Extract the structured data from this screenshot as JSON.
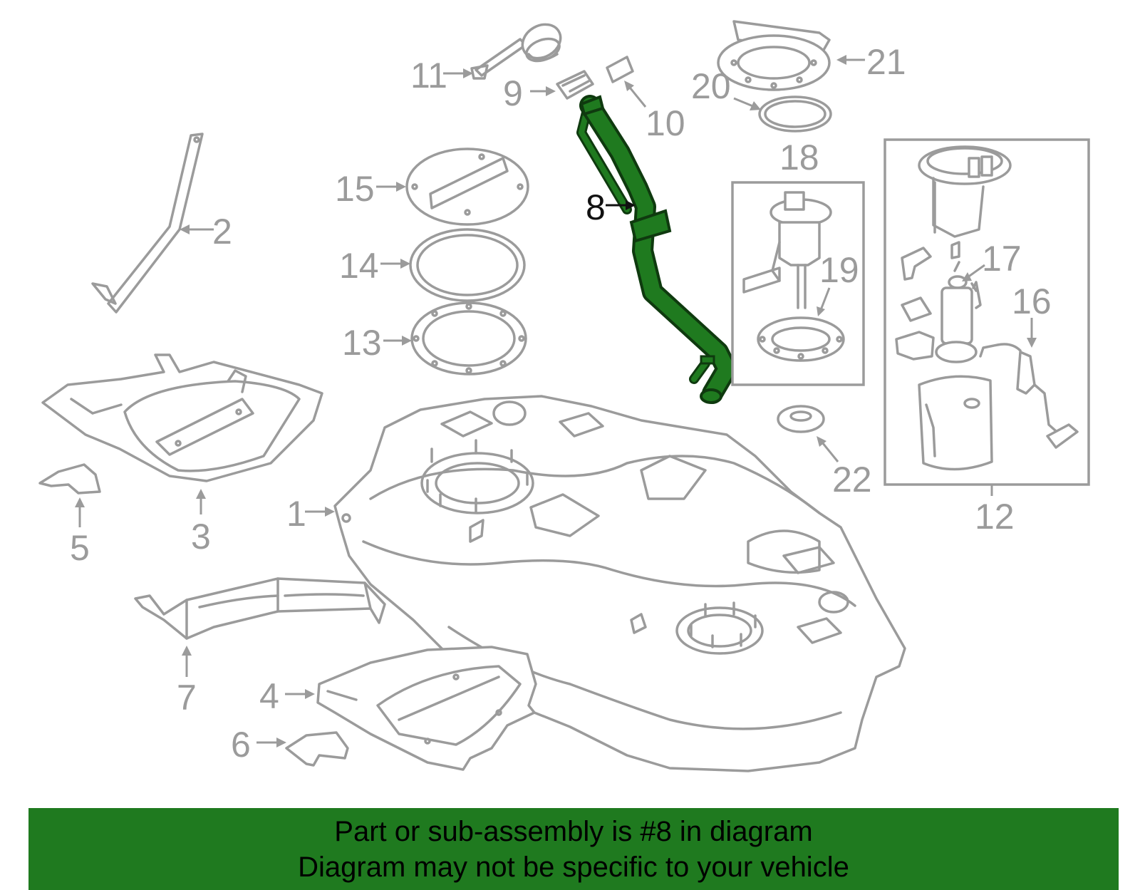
{
  "diagram": {
    "callouts": {
      "c1": "1",
      "c2": "2",
      "c3": "3",
      "c4": "4",
      "c5": "5",
      "c6": "6",
      "c7": "7",
      "c8": "8",
      "c9": "9",
      "c10": "10",
      "c11": "11",
      "c12": "12",
      "c13": "13",
      "c14": "14",
      "c15": "15",
      "c16": "16",
      "c17": "17",
      "c18": "18",
      "c19": "19",
      "c20": "20",
      "c21": "21",
      "c22": "22"
    },
    "highlighted_part": "8"
  },
  "banner": {
    "line1": "Part or sub-assembly is #8 in diagram",
    "line2": "Diagram may not be specific to your vehicle"
  },
  "colors": {
    "highlight": "#1f7a1f",
    "line_art": "#9b9b9b",
    "callout_highlight": "#111111"
  }
}
